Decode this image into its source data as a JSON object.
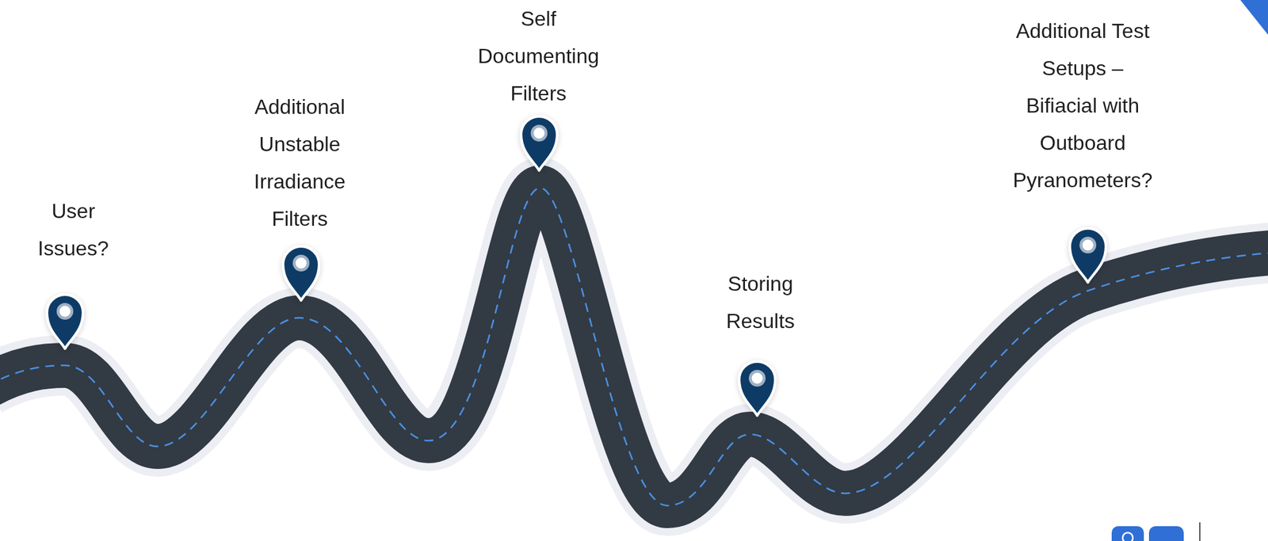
{
  "diagram": {
    "labels": [
      "User Issues?",
      "Additional Unstable Irradiance Filters",
      "Self Documenting Filters",
      "Storing Results",
      "Additional Test Setups – Bifiacial with Outboard Pyranometers?"
    ]
  }
}
